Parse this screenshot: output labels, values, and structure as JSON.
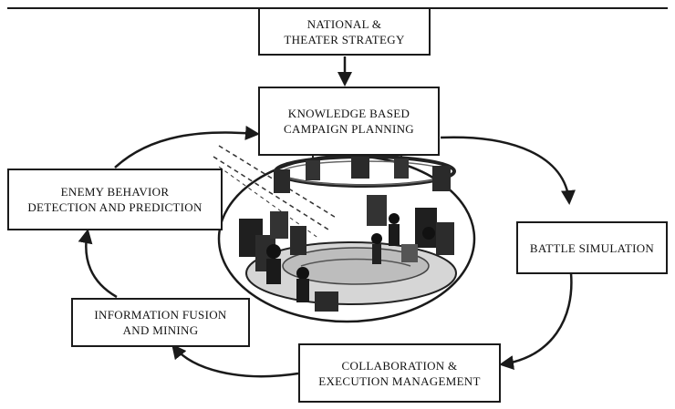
{
  "diagram": {
    "nodes": {
      "national_strategy": {
        "lines": [
          "NATIONAL &",
          "THEATER STRATEGY"
        ]
      },
      "campaign_planning": {
        "lines": [
          "KNOWLEDGE BASED",
          "CAMPAIGN PLANNING"
        ]
      },
      "enemy_behavior": {
        "lines": [
          "ENEMY BEHAVIOR",
          "DETECTION AND PREDICTION"
        ]
      },
      "battle_simulation": {
        "lines": [
          "BATTLE SIMULATION"
        ]
      },
      "information_fusion": {
        "lines": [
          "INFORMATION  FUSION",
          "AND MINING"
        ]
      },
      "collaboration": {
        "lines": [
          "COLLABORATION &",
          "EXECUTION MANAGEMENT"
        ]
      }
    },
    "center_image": {
      "icon": "command-center-illustration"
    },
    "colors": {
      "ink": "#1a1a1a",
      "background": "#ffffff"
    }
  }
}
